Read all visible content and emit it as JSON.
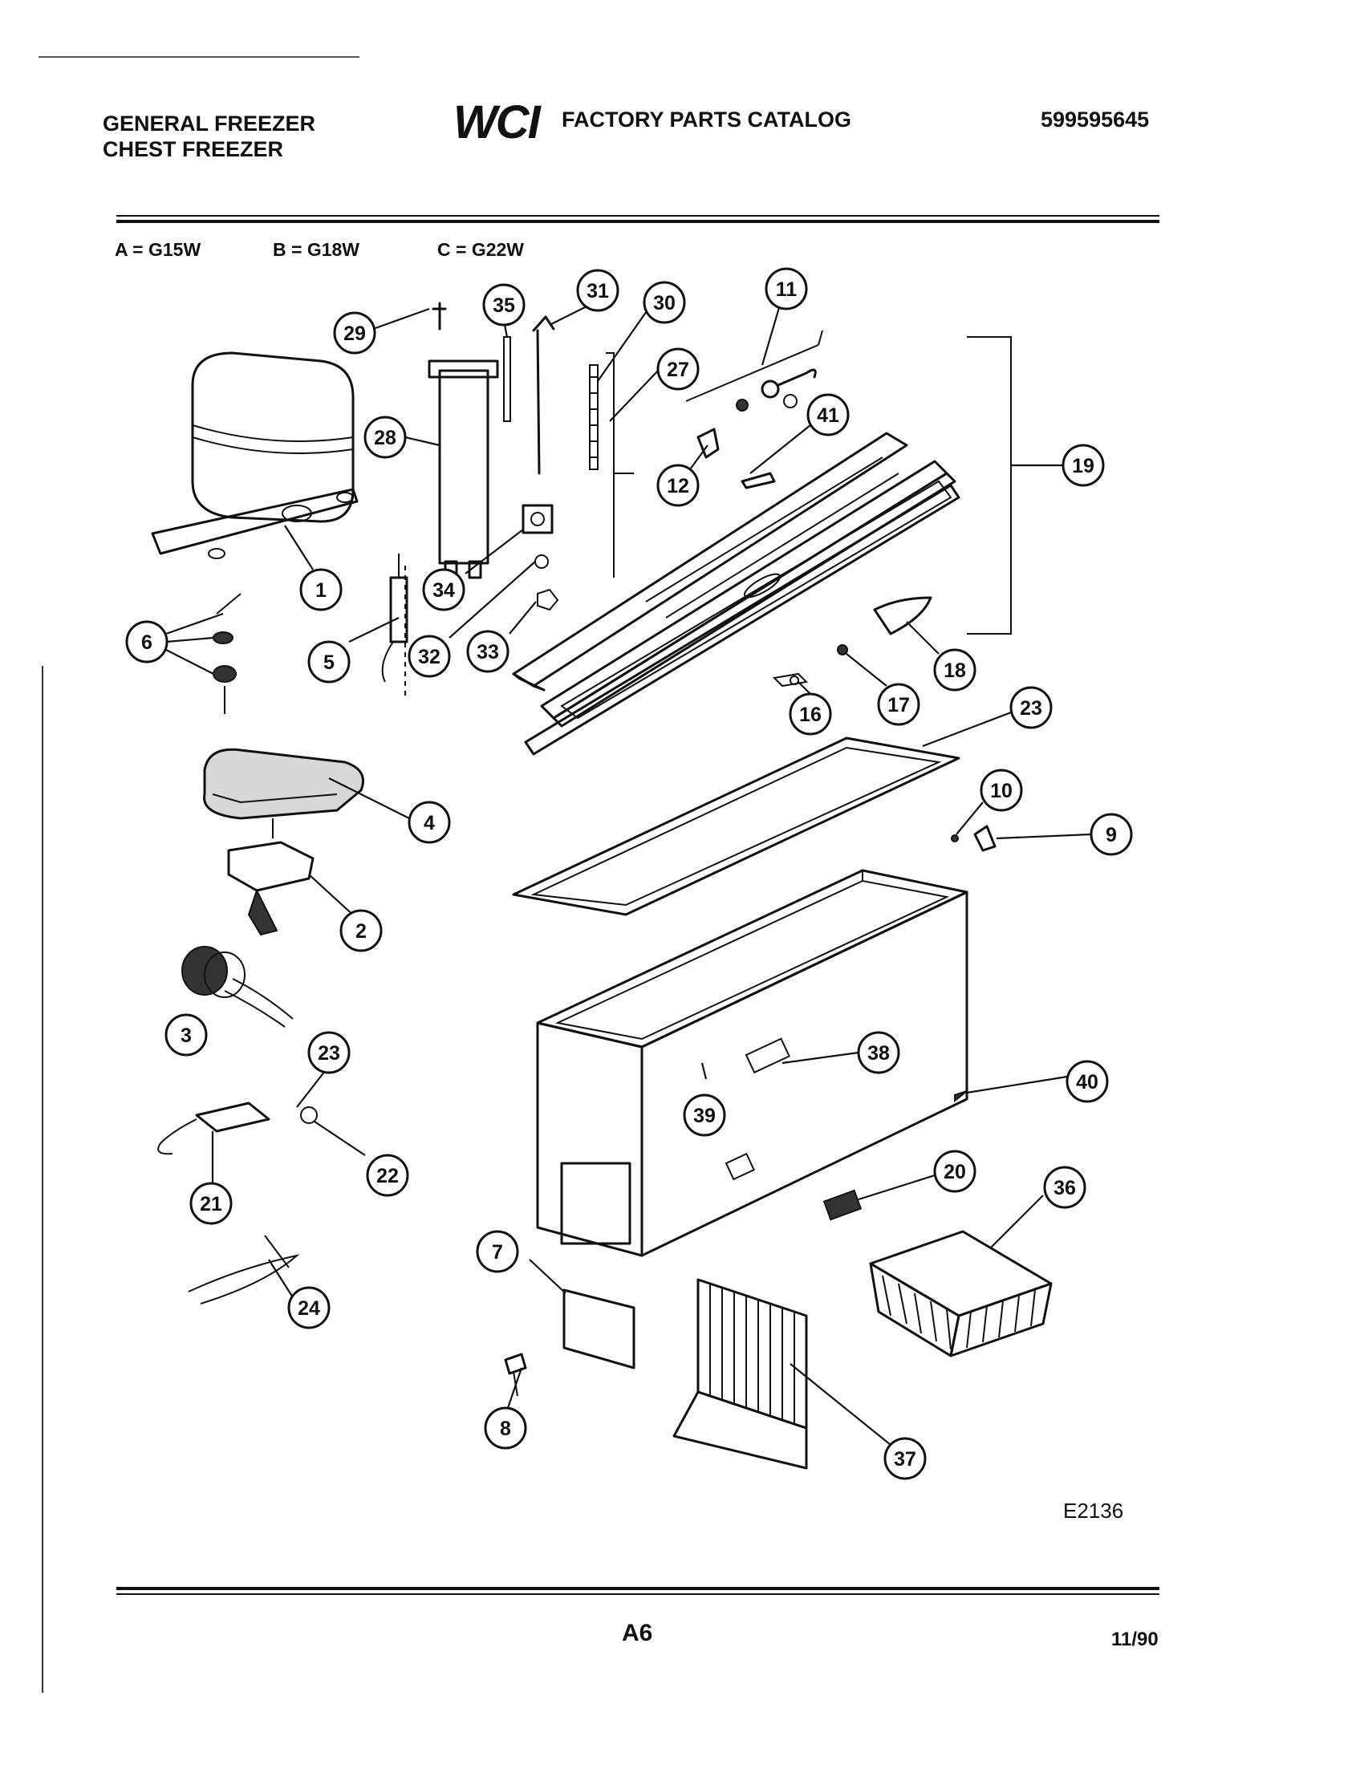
{
  "header": {
    "left_line1": "GENERAL FREEZER",
    "left_line2": "CHEST FREEZER",
    "logo": "WCI",
    "catalog_title": "FACTORY PARTS CATALOG",
    "catalog_number": "599595645"
  },
  "models": [
    {
      "text": "A = G15W"
    },
    {
      "text": "B = G18W"
    },
    {
      "text": "C = G22W"
    }
  ],
  "callouts": [
    "29",
    "35",
    "31",
    "30",
    "11",
    "27",
    "41",
    "19",
    "28",
    "12",
    "1",
    "34",
    "32",
    "33",
    "6",
    "5",
    "18",
    "17",
    "16",
    "23",
    "4",
    "10",
    "9",
    "2",
    "3",
    "38",
    "40",
    "39",
    "23",
    "21",
    "22",
    "20",
    "36",
    "24",
    "7",
    "8",
    "37"
  ],
  "drawing_code": "E2136",
  "footer": {
    "page_label": "A6",
    "date": "11/90"
  }
}
